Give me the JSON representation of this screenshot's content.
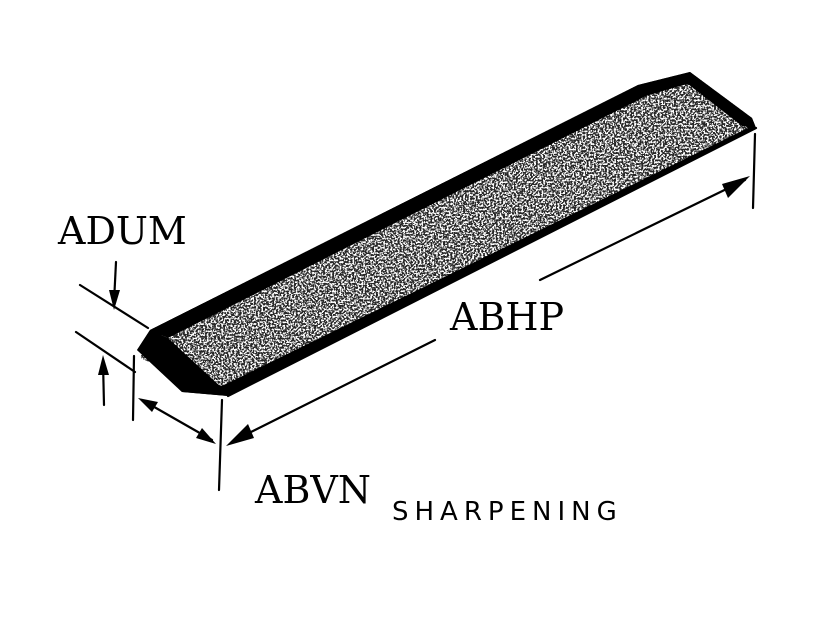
{
  "labels": {
    "thickness": "ADUM",
    "length": "ABHP",
    "width": "ABVN",
    "caption": "SHARPENING"
  },
  "colors": {
    "ink": "#000000",
    "stone_light": "#ffffff",
    "background": "#ffffff"
  }
}
